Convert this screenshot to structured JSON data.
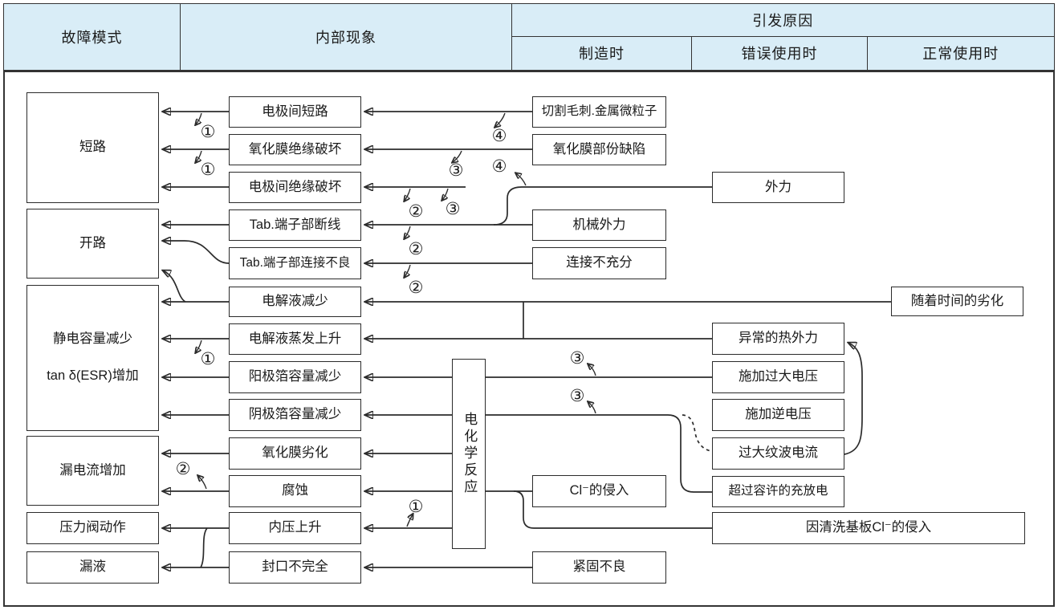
{
  "header": {
    "fault_mode": "故障模式",
    "internal_phenomenon": "内部现象",
    "cause": "引发原因",
    "sub_manufacturing": "制造时",
    "sub_misuse": "错误使用时",
    "sub_normal": "正常使用时"
  },
  "fault_boxes": {
    "short_circuit": "短路",
    "open_circuit": "开路",
    "cap_decrease": "静电容量减少",
    "esr_increase": "tan δ(ESR)增加",
    "leakage_increase": "漏电流增加",
    "valve_operation": "压力阀动作",
    "liquid_leak": "漏液"
  },
  "phenomena": {
    "electrode_short": "电极间短路",
    "oxide_insulation_break": "氧化膜绝缘破坏",
    "electrode_insulation_break": "电极间绝缘破坏",
    "tab_wire_break": "Tab.端子部断线",
    "tab_bad_connection": "Tab.端子部连接不良",
    "electrolyte_decrease": "电解液减少",
    "electrolyte_evaporation": "电解液蒸发上升",
    "anode_foil_cap_decrease": "阳极箔容量减少",
    "cathode_foil_cap_decrease": "阴极箔容量减少",
    "oxide_degradation": "氧化膜劣化",
    "corrosion": "腐蚀",
    "internal_pressure_rise": "内压上升",
    "incomplete_sealing": "封口不完全"
  },
  "manufacturing": {
    "burr_particles": "切割毛刺.金属微粒子",
    "oxide_partial_defect": "氧化膜部份缺陷",
    "mechanical_force": "机械外力",
    "insufficient_connection": "连接不充分",
    "cl_intrusion": "Cl⁻的侵入",
    "bad_fastening": "紧固不良"
  },
  "misuse": {
    "external_force": "外力",
    "abnormal_heat": "异常的热外力",
    "overvoltage": "施加过大电压",
    "reverse_voltage": "施加逆电压",
    "excessive_ripple": "过大纹波电流",
    "excessive_charge_discharge": "超过容许的充放电",
    "board_cleaning_cl": "因清洗基板Cl⁻的侵入"
  },
  "normal_use": {
    "aging": "随着时间的劣化"
  },
  "electrochem_reaction": "电化学反应",
  "tag_glyphs": {
    "n1": "①",
    "n2": "②",
    "n3": "③",
    "n4": "④"
  },
  "colors": {
    "header_bg": "#d9edf7",
    "line": "#2b2b2b",
    "border": "#333333",
    "background": "#ffffff"
  }
}
